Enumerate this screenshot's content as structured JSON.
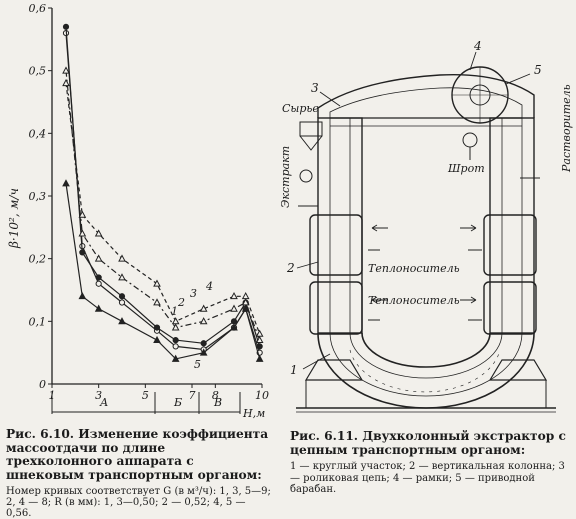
{
  "figure_left": {
    "ylabel": "β·10², м/ч",
    "xlabel": "Н,м",
    "zones": [
      "А",
      "Б",
      "В"
    ],
    "curve_labels": [
      "1",
      "2",
      "3",
      "4",
      "5"
    ],
    "chart_data": {
      "type": "line",
      "xlabel": "Н,м",
      "ylabel": "β·10², м/ч",
      "xlim": [
        1,
        10
      ],
      "ylim": [
        0,
        0.6
      ],
      "x_ticks": [
        "1",
        "3",
        "5",
        "7",
        "8",
        "10"
      ],
      "y_ticks": [
        "0",
        "0,1",
        "0,2",
        "0,3",
        "0,4",
        "0,5",
        "0,6"
      ],
      "series": [
        {
          "name": "1",
          "x": [
            1.6,
            2.3,
            3.0,
            4.0,
            5.5,
            6.3,
            7.5,
            8.8,
            9.3,
            9.9
          ],
          "y": [
            0.56,
            0.22,
            0.16,
            0.13,
            0.085,
            0.06,
            0.055,
            0.09,
            0.12,
            0.05
          ]
        },
        {
          "name": "2",
          "x": [
            1.6,
            2.3,
            3.0,
            4.0,
            5.5,
            6.3,
            7.5,
            8.8,
            9.3,
            9.9
          ],
          "y": [
            0.57,
            0.21,
            0.17,
            0.14,
            0.09,
            0.07,
            0.065,
            0.1,
            0.13,
            0.06
          ]
        },
        {
          "name": "3",
          "x": [
            1.6,
            2.3,
            3.0,
            4.0,
            5.5,
            6.3,
            7.5,
            8.8,
            9.3,
            9.9
          ],
          "y": [
            0.5,
            0.24,
            0.2,
            0.17,
            0.13,
            0.09,
            0.1,
            0.12,
            0.13,
            0.07
          ]
        },
        {
          "name": "4",
          "x": [
            1.6,
            2.3,
            3.0,
            4.0,
            5.5,
            6.3,
            7.5,
            8.8,
            9.3,
            9.9
          ],
          "y": [
            0.48,
            0.27,
            0.24,
            0.2,
            0.16,
            0.1,
            0.12,
            0.14,
            0.14,
            0.08
          ]
        },
        {
          "name": "5",
          "x": [
            1.6,
            2.3,
            3.0,
            4.0,
            5.5,
            6.3,
            7.5,
            8.8,
            9.3,
            9.9
          ],
          "y": [
            0.32,
            0.14,
            0.12,
            0.1,
            0.07,
            0.04,
            0.05,
            0.09,
            0.12,
            0.04
          ]
        }
      ]
    }
  },
  "figure_right": {
    "labels": {
      "n1": "1",
      "n2": "2",
      "n3": "3",
      "n4": "4",
      "n5": "5",
      "syrye": "Сырье",
      "ekstrakt": "Экстракт",
      "shrot": "Шрот",
      "rastvoritel": "Растворитель",
      "teplonositel1": "Теплоноситель",
      "teplonositel2": "Теплоноситель"
    }
  },
  "captions": {
    "left_title": "Рис. 6.10. Изменение коэффициента массоотдачи по длине трехколонного аппарата с шнековым транспортным органом:",
    "left_body": "Номер кривых соответствует G (в м³/ч): 1, 3, 5—9; 2, 4 — 8; R (в мм): 1, 3—0,50; 2 — 0,52; 4, 5 — 0,56.",
    "right_title": "Рис. 6.11. Двухколонный экстрактор с цепным транспортным органом:",
    "right_body": "1 — круглый участок; 2 — вертикальная колонна; 3 — роликовая цепь; 4 — рамки; 5 — приводной барабан."
  }
}
